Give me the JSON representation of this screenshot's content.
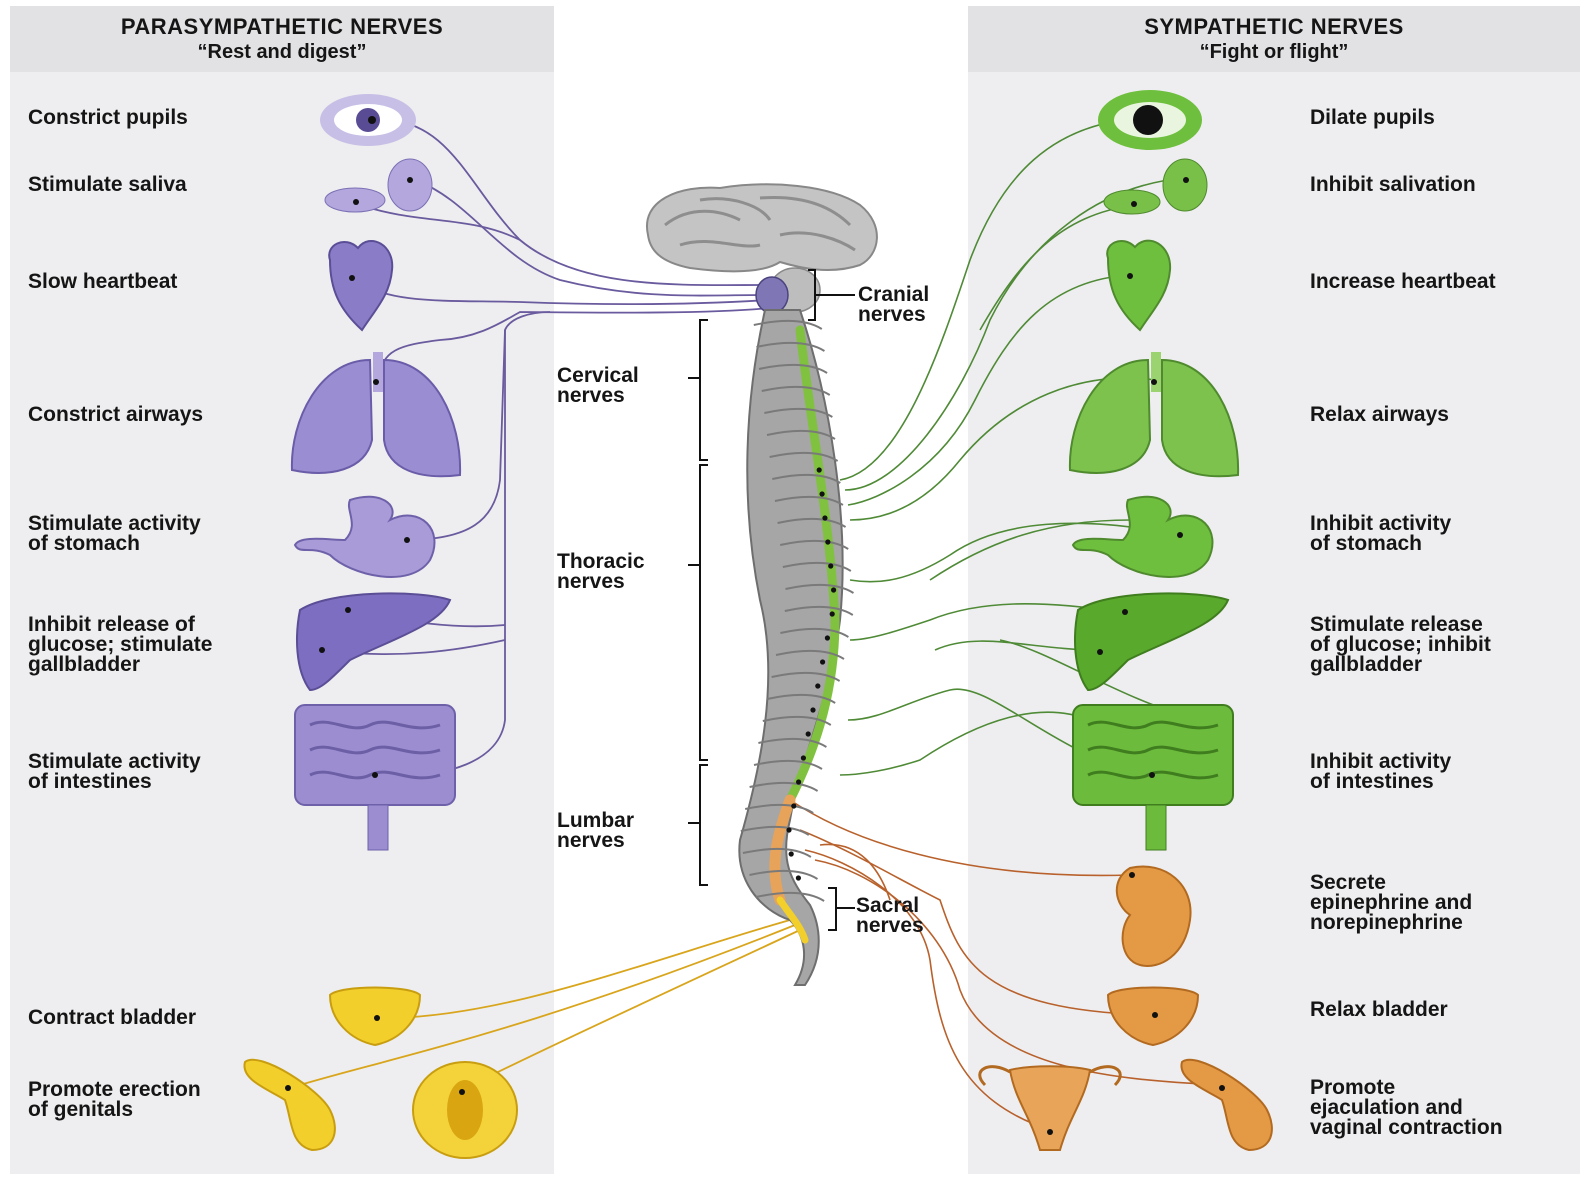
{
  "parasympathetic": {
    "title": "PARASYMPATHETIC NERVES",
    "subtitle": "“Rest and digest”",
    "effects": [
      "Constrict pupils",
      "Stimulate saliva",
      "Slow heartbeat",
      "Constrict airways",
      "Stimulate activity\nof stomach",
      "Inhibit release of\nglucose; stimulate\ngallbladder",
      "Stimulate activity\nof intestines",
      "Contract bladder",
      "Promote erection\nof genitals"
    ],
    "color": "#6a5a9e"
  },
  "sympathetic": {
    "title": "SYMPATHETIC NERVES",
    "subtitle": "“Fight or flight”",
    "effects": [
      "Dilate pupils",
      "Inhibit salivation",
      "Increase heartbeat",
      "Relax airways",
      "Inhibit activity\nof stomach",
      "Stimulate release\nof glucose; inhibit\ngallbladder",
      "Inhibit activity\nof intestines",
      "Secrete\nepinephrine and\nnorepinephrine",
      "Relax bladder",
      "Promote\nejaculation and\nvaginal contraction"
    ],
    "color": "#4f9a3a"
  },
  "nerve_regions": {
    "cranial": "Cranial\nnerves",
    "cervical": "Cervical\nnerves",
    "thoracic": "Thoracic\nnerves",
    "lumbar": "Lumbar\nnerves",
    "sacral": "Sacral\nnerves"
  },
  "colors": {
    "purple_organ": "#9d8fd0",
    "green_organ": "#7cc24c",
    "yellow_organ": "#f2cf2a",
    "orange_organ": "#e49a45",
    "spine_bone": "#9b9b9b",
    "sacral_nerve": "#e0a020",
    "lumbar_nerve": "#c0622a"
  }
}
